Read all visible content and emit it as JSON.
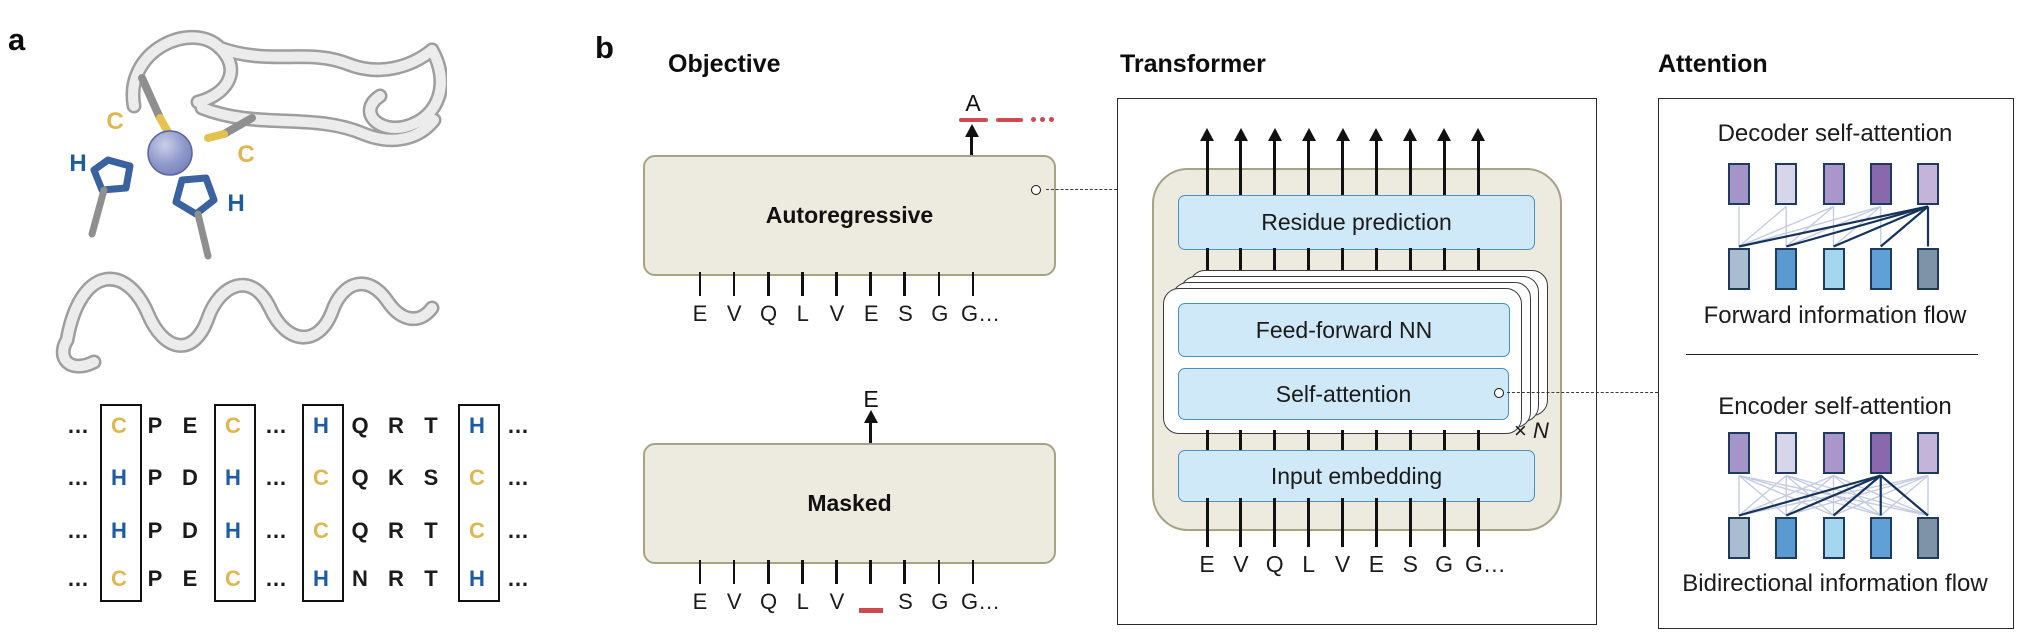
{
  "colors": {
    "gold": "#dfb750",
    "blue": "#1d5ca3",
    "red": "#cf4a50",
    "beige_fill": "#edebdf",
    "beige_border": "#a6a384",
    "blue_box_fill": "#cfe9f9",
    "blue_box_border": "#4a90c2",
    "link_light": "#c5cbe2",
    "link_dark": "#16345a",
    "rect_border": "#1e3a5c"
  },
  "panel_a": {
    "label": "a",
    "structure_labels": [
      {
        "t": "C",
        "c": "#dfb750"
      },
      {
        "t": "C",
        "c": "#dfb750"
      },
      {
        "t": "H",
        "c": "#1d5ca3"
      },
      {
        "t": "H",
        "c": "#1d5ca3"
      }
    ],
    "alignment": {
      "rows": [
        {
          "tokens": [
            {
              "t": "…"
            },
            {
              "t": "C",
              "c": "#dfb750"
            },
            {
              "t": "P"
            },
            {
              "t": "E"
            },
            {
              "t": "C",
              "c": "#dfb750"
            },
            {
              "t": "…"
            },
            {
              "t": "H",
              "c": "#1d5ca3"
            },
            {
              "t": "Q"
            },
            {
              "t": "R"
            },
            {
              "t": "T"
            },
            {
              "t": "H",
              "c": "#1d5ca3"
            },
            {
              "t": "…"
            }
          ]
        },
        {
          "tokens": [
            {
              "t": "…"
            },
            {
              "t": "H",
              "c": "#1d5ca3"
            },
            {
              "t": "P"
            },
            {
              "t": "D"
            },
            {
              "t": "H",
              "c": "#1d5ca3"
            },
            {
              "t": "…"
            },
            {
              "t": "C",
              "c": "#dfb750"
            },
            {
              "t": "Q"
            },
            {
              "t": "K"
            },
            {
              "t": "S"
            },
            {
              "t": "C",
              "c": "#dfb750"
            },
            {
              "t": "…"
            }
          ]
        },
        {
          "tokens": [
            {
              "t": "…"
            },
            {
              "t": "H",
              "c": "#1d5ca3"
            },
            {
              "t": "P"
            },
            {
              "t": "D"
            },
            {
              "t": "H",
              "c": "#1d5ca3"
            },
            {
              "t": "…"
            },
            {
              "t": "C",
              "c": "#dfb750"
            },
            {
              "t": "Q"
            },
            {
              "t": "R"
            },
            {
              "t": "T"
            },
            {
              "t": "C",
              "c": "#dfb750"
            },
            {
              "t": "…"
            }
          ]
        },
        {
          "tokens": [
            {
              "t": "…"
            },
            {
              "t": "C",
              "c": "#dfb750"
            },
            {
              "t": "P"
            },
            {
              "t": "E"
            },
            {
              "t": "C",
              "c": "#dfb750"
            },
            {
              "t": "…"
            },
            {
              "t": "H",
              "c": "#1d5ca3"
            },
            {
              "t": "N"
            },
            {
              "t": "R"
            },
            {
              "t": "T"
            },
            {
              "t": "H",
              "c": "#1d5ca3"
            },
            {
              "t": "…"
            }
          ]
        }
      ]
    }
  },
  "panel_b": {
    "label": "b",
    "objective": {
      "heading": "Objective",
      "autoregressive": {
        "box_label": "Autoregressive",
        "output_letter": "A",
        "tokens": [
          {
            "t": "E"
          },
          {
            "t": "V"
          },
          {
            "t": "Q"
          },
          {
            "t": "L"
          },
          {
            "t": "V"
          },
          {
            "t": "E"
          },
          {
            "t": "S"
          },
          {
            "t": "G"
          },
          {
            "t": "G…"
          }
        ]
      },
      "masked": {
        "box_label": "Masked",
        "output_letter": "E",
        "tokens": [
          {
            "t": "E"
          },
          {
            "t": "V"
          },
          {
            "t": "Q"
          },
          {
            "t": "L"
          },
          {
            "t": "V"
          },
          {
            "t": "",
            "mask": true
          },
          {
            "t": "S"
          },
          {
            "t": "G"
          },
          {
            "t": "G…"
          }
        ]
      }
    },
    "transformer": {
      "heading": "Transformer",
      "blocks": {
        "residue_prediction": "Residue prediction",
        "feed_forward": "Feed-forward NN",
        "self_attention": "Self-attention",
        "input_embedding": "Input embedding"
      },
      "layers_label": {
        "times": "×",
        "n": "N"
      },
      "tokens": [
        {
          "t": "E"
        },
        {
          "t": "V"
        },
        {
          "t": "Q"
        },
        {
          "t": "L"
        },
        {
          "t": "V"
        },
        {
          "t": "E"
        },
        {
          "t": "S"
        },
        {
          "t": "G"
        },
        {
          "t": "G…"
        }
      ]
    },
    "attention": {
      "heading": "Attention",
      "decoder": {
        "title": "Decoder self-attention",
        "caption": "Forward information flow",
        "pattern": "causal",
        "highlight_index": 4,
        "top_colors": [
          "#a495c9",
          "#d8d5ea",
          "#a997cb",
          "#8a68ae",
          "#c4b4da"
        ],
        "bottom_colors": [
          "#a9bcd0",
          "#5b9ad1",
          "#a5d6f0",
          "#61a0d6",
          "#7e92a8"
        ]
      },
      "encoder": {
        "title": "Encoder self-attention",
        "caption": "Bidirectional information flow",
        "pattern": "full",
        "highlight_index": 3,
        "top_colors": [
          "#a495c9",
          "#d8d5ea",
          "#a997cb",
          "#8a68ae",
          "#c4b4da"
        ],
        "bottom_colors": [
          "#a9bcd0",
          "#5b9ad1",
          "#a5d6f0",
          "#61a0d6",
          "#7e92a8"
        ]
      }
    }
  }
}
